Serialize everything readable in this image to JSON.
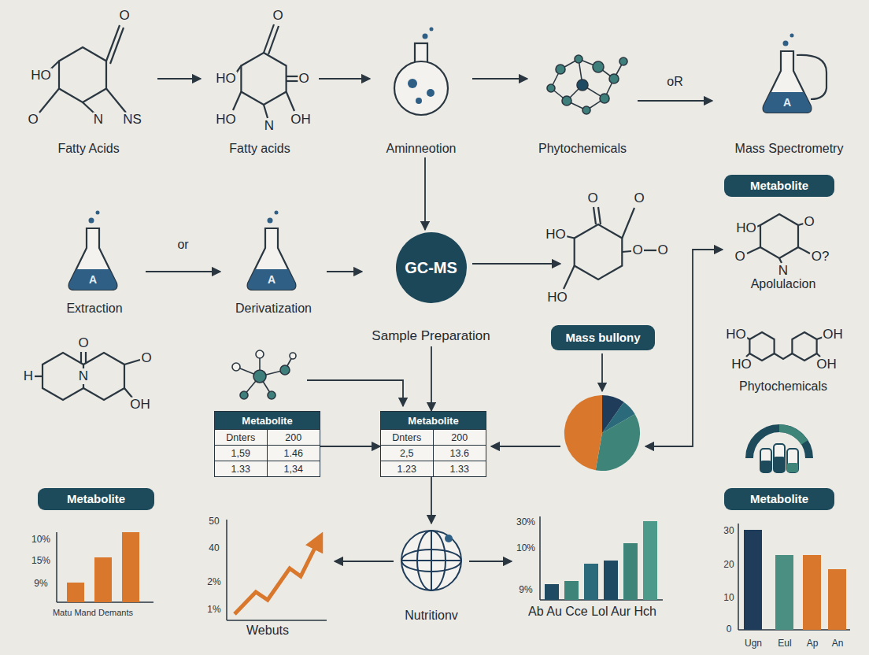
{
  "diagram": {
    "nodes": [
      {
        "text": [
          "Fatty Acids"
        ]
      },
      {
        "text": [
          "Fatty acids"
        ]
      },
      {
        "text": [
          "Aminneotion"
        ]
      },
      {
        "text": [
          "Phytochemicals"
        ]
      },
      {
        "text": [
          "Mass Spectrometry"
        ]
      },
      {
        "text": [
          "Metabolite"
        ]
      },
      {
        "text": [
          "Extraction"
        ]
      },
      {
        "text": [
          "Derivatization"
        ]
      },
      {
        "text": [
          "GC-MS",
          "Sample Preparation"
        ]
      },
      {
        "text": [
          "Mass bullony"
        ]
      },
      {
        "text": [
          "Apolulacion"
        ]
      },
      {
        "text": [
          "Phytochemicals"
        ]
      },
      {
        "text": [
          "Metabolite"
        ]
      },
      {
        "text": [
          "Metabolite"
        ]
      },
      {
        "text": [
          "Metabolite",
          "Dnters",
          "200",
          "1,59",
          "1.46",
          "1.33",
          "1,34"
        ]
      },
      {
        "text": [
          "Metabolite",
          "Dnters",
          "200",
          "2,5",
          "13.6",
          "1.23",
          "1.33"
        ]
      },
      {
        "text": [
          "Nutritionv"
        ]
      },
      {
        "text": [
          "Webuts"
        ]
      },
      {
        "text": [
          "Ab Au Cce Lol Aur Hch"
        ]
      }
    ],
    "edges": [
      {
        "from": 0,
        "to": 1,
        "arrow": "to"
      },
      {
        "from": 1,
        "to": 2,
        "arrow": "to"
      },
      {
        "from": 2,
        "to": 3,
        "arrow": "to"
      },
      {
        "from": 3,
        "to": 4,
        "arrow": "to",
        "label": "oR"
      },
      {
        "from": 6,
        "to": 7,
        "arrow": "to",
        "label": "or"
      },
      {
        "from": 7,
        "to": 8,
        "arrow": "to"
      },
      {
        "from": 2,
        "to": 8,
        "arrow": "to"
      },
      {
        "from": 8,
        "to": 15,
        "arrow": "to"
      },
      {
        "from": 14,
        "to": 15,
        "arrow": "to"
      },
      {
        "from": 15,
        "to": 16,
        "arrow": "to"
      },
      {
        "from": 16,
        "to": 17,
        "arrow": "to"
      },
      {
        "from": 16,
        "to": 18,
        "arrow": "to"
      }
    ],
    "labels": [
      "O",
      "HO",
      "O",
      "N",
      "NS",
      "HO",
      "O",
      "O",
      "HO",
      "N",
      "OH",
      "A",
      "A",
      "A",
      "HO",
      "O",
      "O",
      "O",
      "O",
      "HO",
      "HO",
      "O",
      "O",
      "N",
      "O?",
      "HO",
      "OH",
      "HO",
      "OH",
      "H",
      "O",
      "N",
      "O",
      "OH",
      "10%",
      "15%",
      "9%",
      "Matu Mand Demants",
      "50",
      "40",
      "2%",
      "1%",
      "30%",
      "10%",
      "9%",
      "30",
      "20",
      "10",
      "0",
      "Ugn",
      "Eul",
      "Ap",
      "An"
    ]
  }
}
